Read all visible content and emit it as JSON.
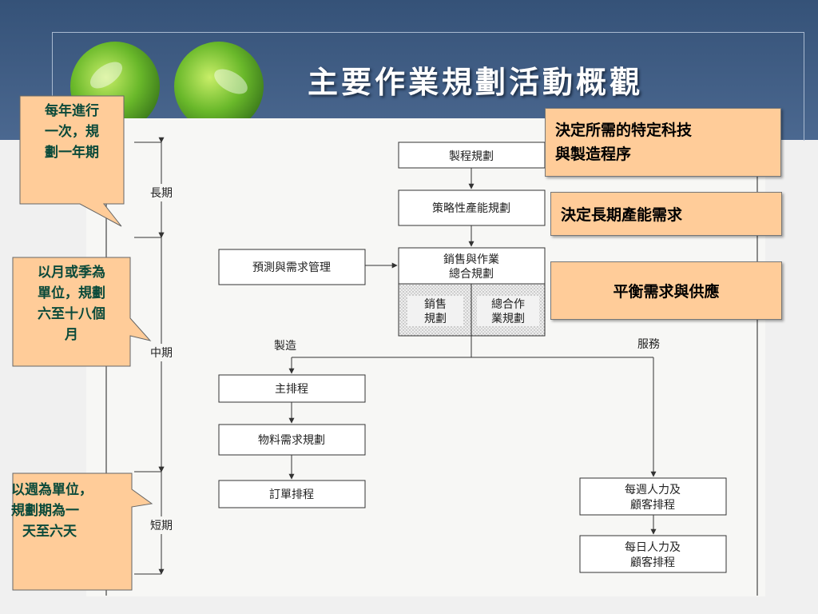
{
  "slide": {
    "title": "主要作業規劃活動概觀"
  },
  "diagram": {
    "time_brackets": {
      "long_term": "長期",
      "mid_term": "中期",
      "short_term": "短期"
    },
    "boxes": {
      "process_planning": "製程規劃",
      "strategic_capacity": "策略性產能規劃",
      "forecast_demand": "預測與需求管理",
      "sop_line1": "銷售與作業",
      "sop_line2": "總合規劃",
      "sales_line1": "銷售",
      "sales_line2": "規劃",
      "agg_line1": "總合作",
      "agg_line2": "業規劃",
      "master_schedule": "主排程",
      "mrp": "物料需求規劃",
      "order_scheduling": "訂單排程",
      "weekly_line1": "每週人力及",
      "weekly_line2": "顧客排程",
      "daily_line1": "每日人力及",
      "daily_line2": "顧客排程"
    },
    "branch_labels": {
      "manufacturing": "製造",
      "services": "服務"
    }
  },
  "callouts": {
    "yearly": [
      "每年進行",
      "一次，規",
      "劃一年期"
    ],
    "monthly": [
      "以月或季為",
      "單位，規劃",
      "六至十八個",
      "月"
    ],
    "weekly": [
      "以週為單位，",
      "規劃期為一",
      "天至六天"
    ]
  },
  "annotations": {
    "tech_process": [
      "決定所需的特定科技",
      "與製造程序"
    ],
    "long_capacity": "決定長期產能需求",
    "balance": "平衡需求與供應"
  },
  "colors": {
    "banner": "#3f5b82",
    "title_text": "#ffffff",
    "callout_fill": "#ffcc99",
    "callout_text": "#0b4a3a"
  }
}
